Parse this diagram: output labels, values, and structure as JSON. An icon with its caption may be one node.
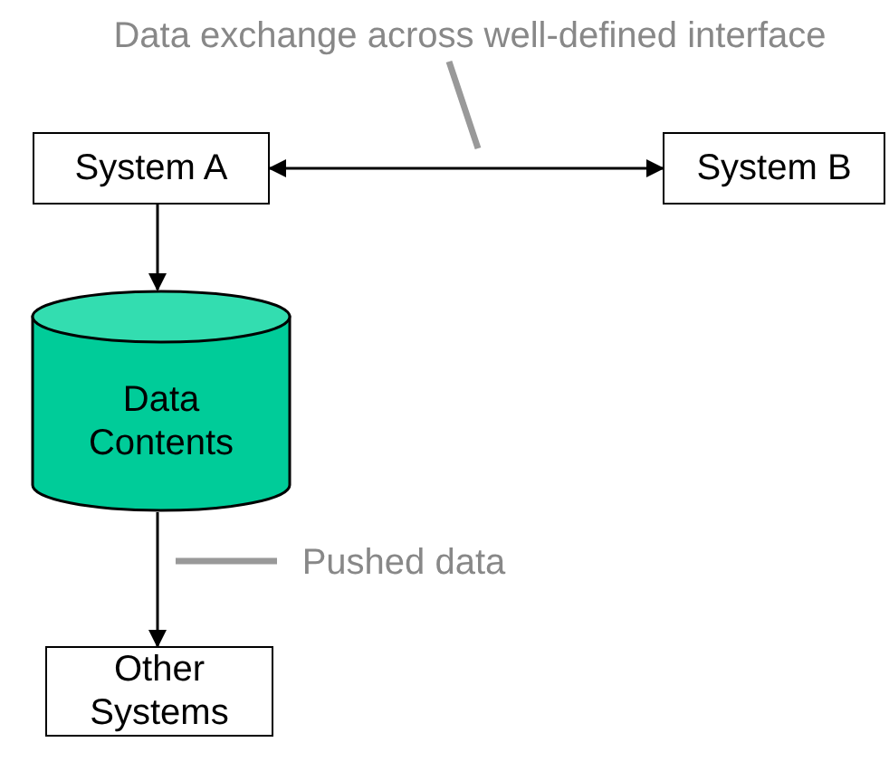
{
  "diagram": {
    "nodes": [
      {
        "text": [
          "Data exchange across well-defined interface"
        ]
      },
      {
        "text": [
          "System A"
        ]
      },
      {
        "text": [
          "System B"
        ]
      },
      {
        "text": [
          "Data Contents"
        ]
      },
      {
        "text": [
          "Pushed data"
        ]
      },
      {
        "text": [
          "Other Systems"
        ]
      }
    ],
    "edges": [
      {
        "from": 1,
        "to": 2,
        "arrow": "both"
      },
      {
        "from": 1,
        "to": 3,
        "arrow": "to"
      },
      {
        "from": 3,
        "to": 5,
        "arrow": "to"
      },
      {
        "from": 0,
        "to": null,
        "arrow": "none",
        "style": "thick",
        "color": "#999999"
      },
      {
        "from": 4,
        "to": null,
        "arrow": "none",
        "style": "thick",
        "color": "#999999"
      }
    ]
  }
}
